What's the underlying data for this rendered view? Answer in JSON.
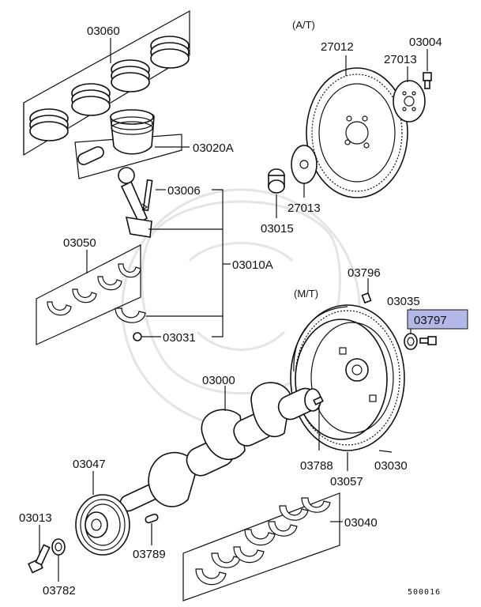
{
  "diagram": {
    "accent_color": "#b3b8e6",
    "highlighted_part": "03797",
    "sections": {
      "at": "(A/T)",
      "mt": "(M/T)"
    },
    "labels": {
      "p03060": "03060",
      "p03020A": "03020A",
      "p03006": "03006",
      "p03050": "03050",
      "p03010A": "03010A",
      "p03031": "03031",
      "p27012": "27012",
      "p03004": "03004",
      "p27013a": "27013",
      "p27013b": "27013",
      "p03015": "03015",
      "p03796": "03796",
      "p03035": "03035",
      "p03797": "03797",
      "p03000": "03000",
      "p03047": "03047",
      "p03013": "03013",
      "p03782": "03782",
      "p03789": "03789",
      "p03788": "03788",
      "p03057": "03057",
      "p03030": "03030",
      "p03040": "03040"
    },
    "diagram_code": "500016"
  }
}
